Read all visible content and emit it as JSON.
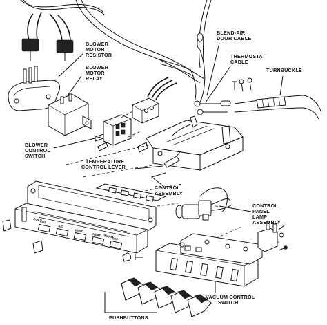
{
  "labels": {
    "blower_motor_resistor": [
      "BLOWER",
      "MOTOR",
      "RESISTOR"
    ],
    "blower_motor_relay": [
      "BLOWER",
      "MOTOR",
      "RELAY"
    ],
    "blend_air_door_cable": [
      "BLEND-AIR",
      "DOOR CABLE"
    ],
    "thermostat_cable": [
      "THERMOSTAT",
      "CABLE"
    ],
    "turnbuckle": [
      "TURNBUCKLE"
    ],
    "blower_control_switch": [
      "BLOWER",
      "CONTROL",
      "SWITCH"
    ],
    "temperature_control_lever": [
      "TEMPERATURE",
      "CONTROL LEVER"
    ],
    "control_assembly": [
      "CONTROL",
      "ASSEMBLY"
    ],
    "control_panel_lamp_assembly": [
      "CONTROL",
      "PANEL",
      "LAMP",
      "ASSEMBLY"
    ],
    "vacuum_control_switch": [
      "VACUUM CONTROL",
      "SWITCH"
    ],
    "pushbuttons": [
      "PUSHBUTTONS"
    ]
  },
  "panel_text": {
    "cold": "COLD",
    "warm": "WARM",
    "buttons": [
      "OFF",
      "A/C",
      "VENT",
      "HEAT",
      "DEF"
    ]
  }
}
